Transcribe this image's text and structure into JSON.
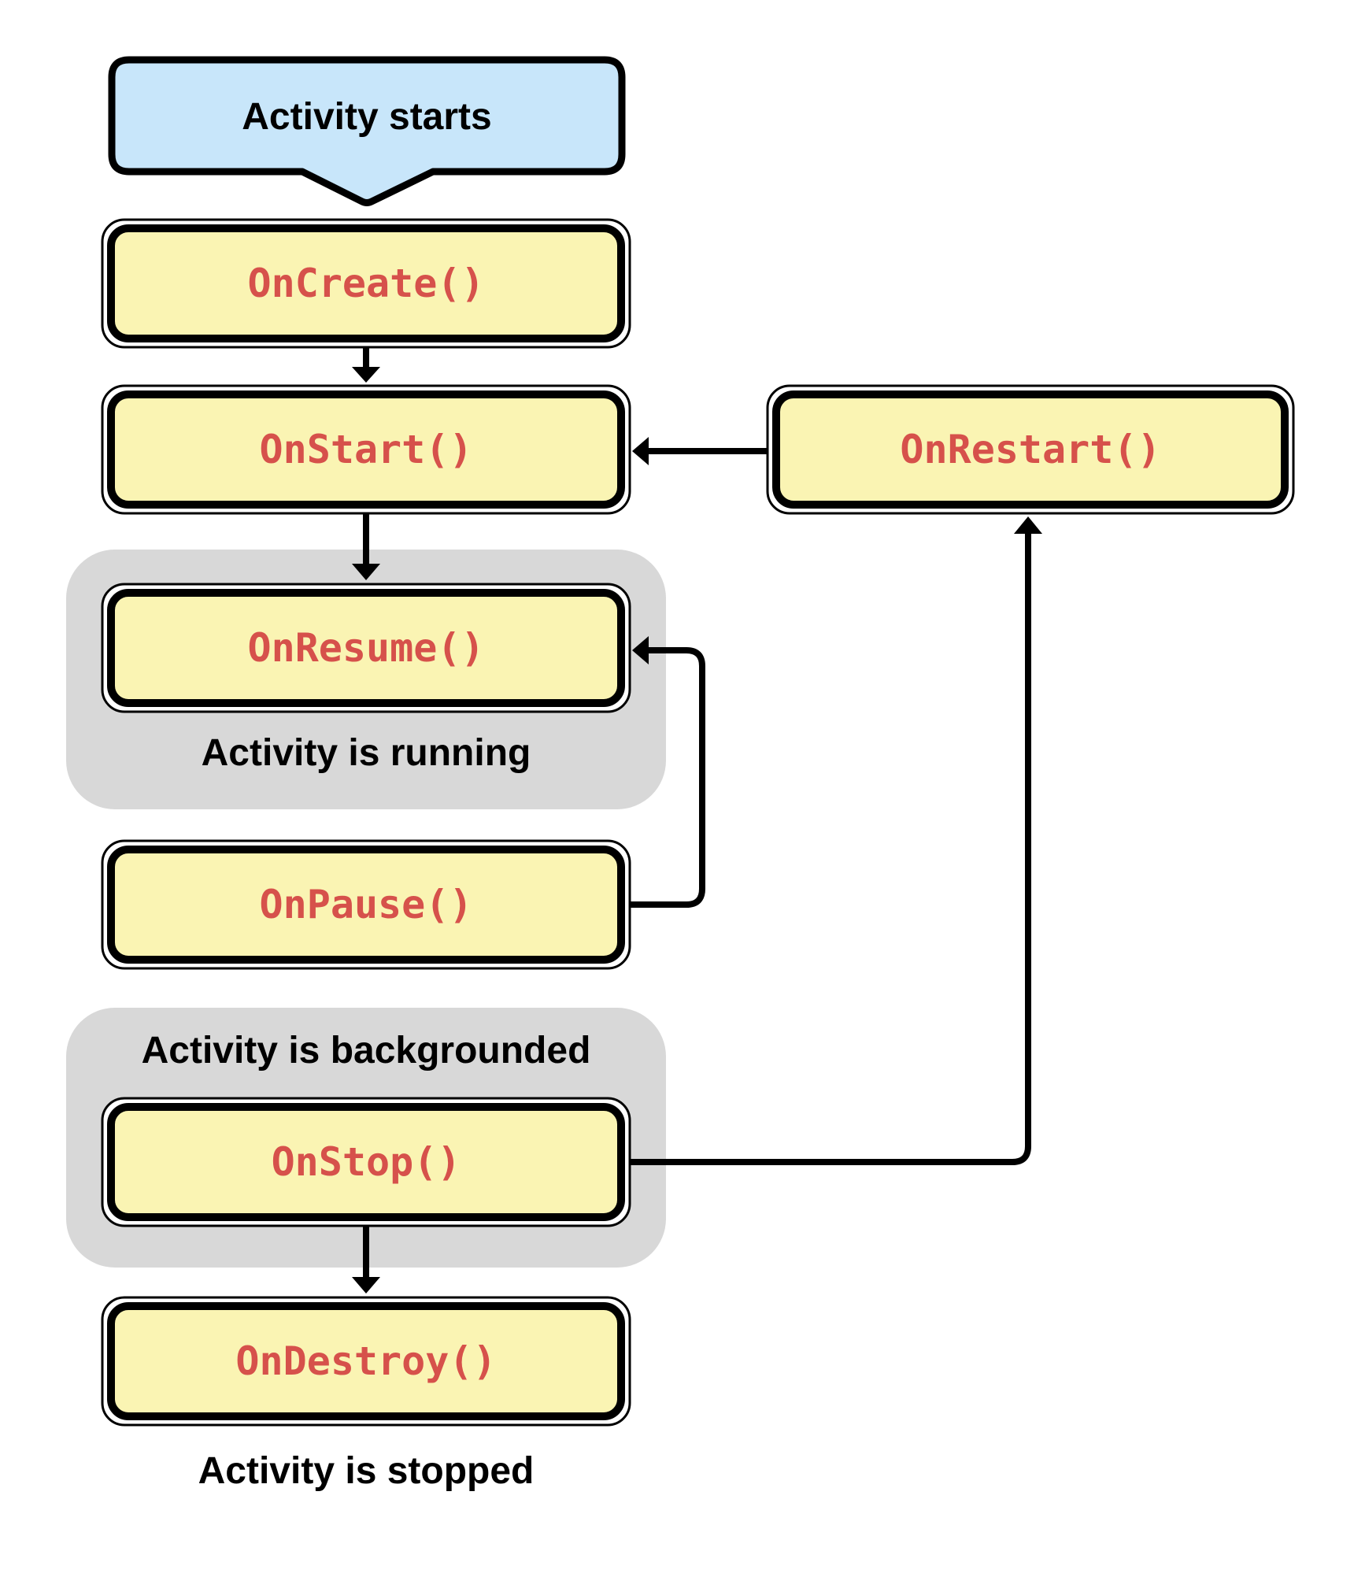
{
  "start": {
    "label": "Activity starts"
  },
  "methods": {
    "on_create": "OnCreate()",
    "on_start": "OnStart()",
    "on_restart": "OnRestart()",
    "on_resume": "OnResume()",
    "on_pause": "OnPause()",
    "on_stop": "OnStop()",
    "on_destroy": "OnDestroy()"
  },
  "states": {
    "running": "Activity is running",
    "backgrounded": "Activity is backgrounded",
    "stopped": "Activity is stopped"
  },
  "colors": {
    "start_fill": "#c8e6fa",
    "method_fill": "#faf4b3",
    "method_text": "#d6514b",
    "group_fill": "#d8d8d8"
  }
}
